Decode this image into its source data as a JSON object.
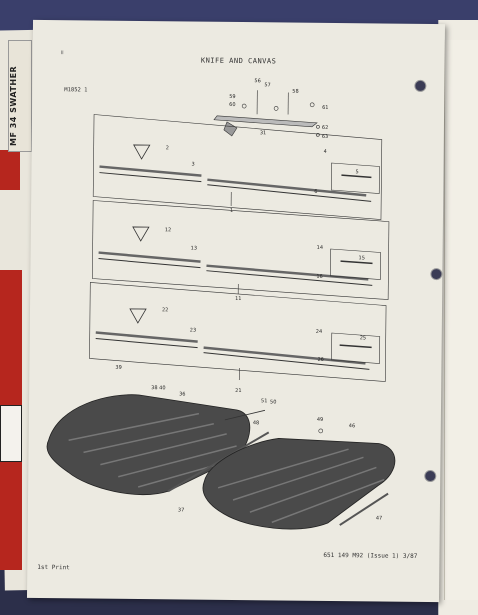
{
  "binder": {
    "spine_label": "MF 34 SWATHER"
  },
  "page": {
    "corner_mark": "II",
    "title": "KNIFE AND CANVAS",
    "figure_code": "M1852 1",
    "footer_left": "1st Print",
    "footer_right": "651 149 M92 (Issue 1) 3/87"
  },
  "callouts": {
    "c1": "1",
    "c2": "2",
    "c3": "3",
    "c4": "4",
    "c5": "5",
    "c6": "6",
    "c11": "11",
    "c12": "12",
    "c13": "13",
    "c14": "14",
    "c15": "15",
    "c16": "16",
    "c21": "21",
    "c22": "22",
    "c23": "23",
    "c24": "24",
    "c25": "25",
    "c26": "26",
    "c31": "31",
    "c36": "36",
    "c37": "37",
    "c39": "39",
    "c40": "40",
    "c46": "46",
    "c47": "47",
    "c48": "48",
    "c49": "49",
    "c50": "50",
    "c51": "51",
    "c56": "56",
    "c57": "57",
    "c58": "58",
    "c59": "59",
    "c60": "60",
    "c61": "61",
    "c62": "62",
    "c63": "63",
    "c37b": "37",
    "c38": "38",
    "c39b": "39"
  }
}
